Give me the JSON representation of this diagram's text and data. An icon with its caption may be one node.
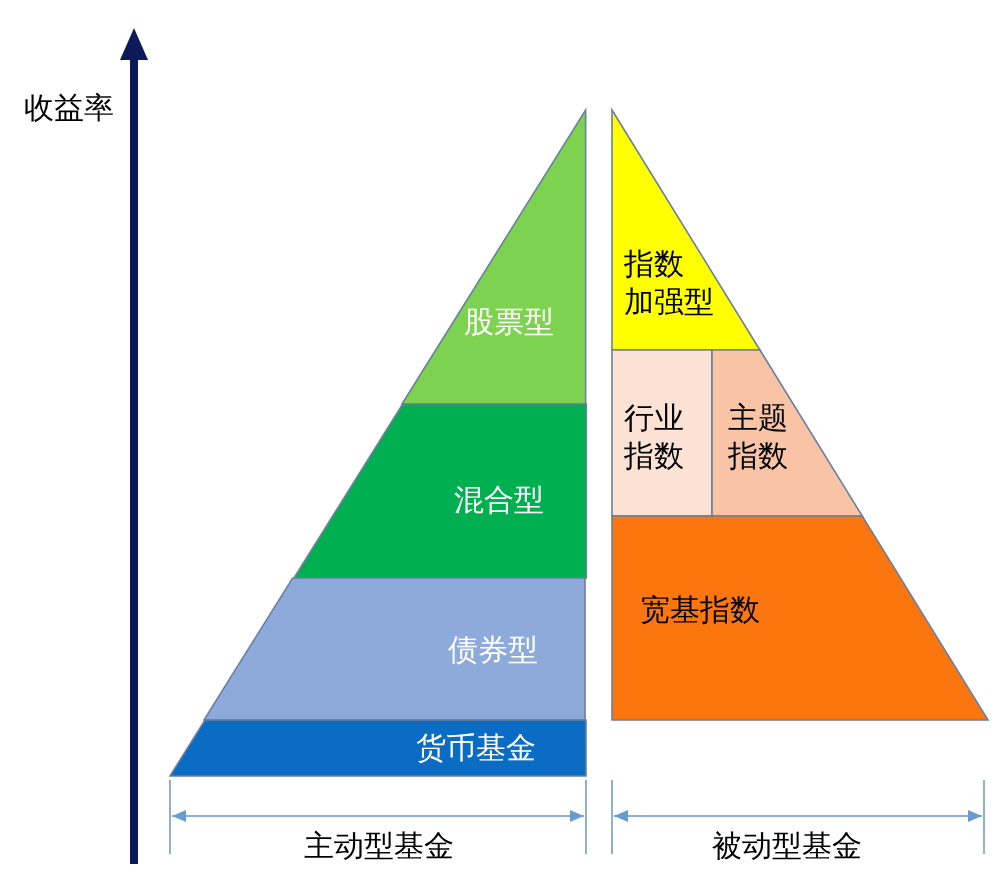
{
  "diagram": {
    "nodes": [
      {
        "text": [
          "股票型"
        ]
      },
      {
        "text": [
          "混合型"
        ]
      },
      {
        "text": [
          "债券型"
        ]
      },
      {
        "text": [
          "货币基金"
        ]
      },
      {
        "text": [
          "指数加强型"
        ]
      },
      {
        "text": [
          "行业指数"
        ]
      },
      {
        "text": [
          "主题指数"
        ]
      },
      {
        "text": [
          "宽基指数"
        ]
      }
    ],
    "labels": [
      "收益率",
      "主动型基金",
      "被动型基金"
    ]
  }
}
